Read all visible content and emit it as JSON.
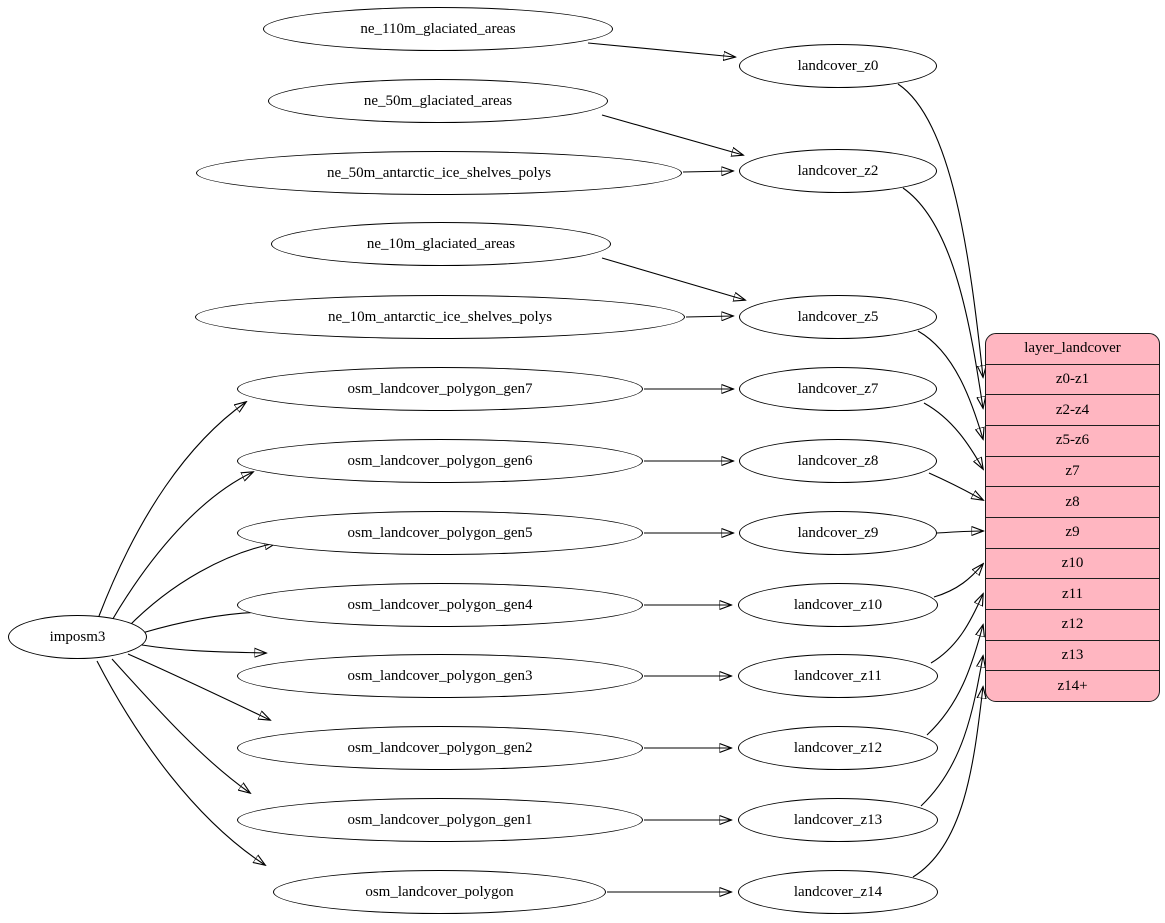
{
  "colors": {
    "background": "#ffffff",
    "edge": "#000000",
    "node_fill": "#ffffff",
    "node_border": "#000000",
    "table_fill": "#ffb6c1",
    "table_border": "#1a1a1a"
  },
  "root_node": {
    "label": "imposm3"
  },
  "sources": [
    "ne_110m_glaciated_areas",
    "ne_50m_glaciated_areas",
    "ne_50m_antarctic_ice_shelves_polys",
    "ne_10m_glaciated_areas",
    "ne_10m_antarctic_ice_shelves_polys",
    "osm_landcover_polygon_gen7",
    "osm_landcover_polygon_gen6",
    "osm_landcover_polygon_gen5",
    "osm_landcover_polygon_gen4",
    "osm_landcover_polygon_gen3",
    "osm_landcover_polygon_gen2",
    "osm_landcover_polygon_gen1",
    "osm_landcover_polygon"
  ],
  "intermediates": [
    "landcover_z0",
    "landcover_z2",
    "landcover_z5",
    "landcover_z7",
    "landcover_z8",
    "landcover_z9",
    "landcover_z10",
    "landcover_z11",
    "landcover_z12",
    "landcover_z13",
    "landcover_z14"
  ],
  "table": {
    "title": "layer_landcover",
    "rows": [
      "z0-z1",
      "z2-z4",
      "z5-z6",
      "z7",
      "z8",
      "z9",
      "z10",
      "z11",
      "z12",
      "z13",
      "z14+"
    ]
  },
  "edges": [
    {
      "from": "imposm3",
      "to": "osm_landcover_polygon_gen7"
    },
    {
      "from": "imposm3",
      "to": "osm_landcover_polygon_gen6"
    },
    {
      "from": "imposm3",
      "to": "osm_landcover_polygon_gen5"
    },
    {
      "from": "imposm3",
      "to": "osm_landcover_polygon_gen4"
    },
    {
      "from": "imposm3",
      "to": "osm_landcover_polygon_gen3"
    },
    {
      "from": "imposm3",
      "to": "osm_landcover_polygon_gen2"
    },
    {
      "from": "imposm3",
      "to": "osm_landcover_polygon_gen1"
    },
    {
      "from": "imposm3",
      "to": "osm_landcover_polygon"
    },
    {
      "from": "ne_110m_glaciated_areas",
      "to": "landcover_z0"
    },
    {
      "from": "ne_50m_glaciated_areas",
      "to": "landcover_z2"
    },
    {
      "from": "ne_50m_antarctic_ice_shelves_polys",
      "to": "landcover_z2"
    },
    {
      "from": "ne_10m_glaciated_areas",
      "to": "landcover_z5"
    },
    {
      "from": "ne_10m_antarctic_ice_shelves_polys",
      "to": "landcover_z5"
    },
    {
      "from": "osm_landcover_polygon_gen7",
      "to": "landcover_z7"
    },
    {
      "from": "osm_landcover_polygon_gen6",
      "to": "landcover_z8"
    },
    {
      "from": "osm_landcover_polygon_gen5",
      "to": "landcover_z9"
    },
    {
      "from": "osm_landcover_polygon_gen4",
      "to": "landcover_z10"
    },
    {
      "from": "osm_landcover_polygon_gen3",
      "to": "landcover_z11"
    },
    {
      "from": "osm_landcover_polygon_gen2",
      "to": "landcover_z12"
    },
    {
      "from": "osm_landcover_polygon_gen1",
      "to": "landcover_z13"
    },
    {
      "from": "osm_landcover_polygon",
      "to": "landcover_z14"
    },
    {
      "from": "landcover_z0",
      "to": "layer_landcover.z0-z1"
    },
    {
      "from": "landcover_z2",
      "to": "layer_landcover.z2-z4"
    },
    {
      "from": "landcover_z5",
      "to": "layer_landcover.z5-z6"
    },
    {
      "from": "landcover_z7",
      "to": "layer_landcover.z7"
    },
    {
      "from": "landcover_z8",
      "to": "layer_landcover.z8"
    },
    {
      "from": "landcover_z9",
      "to": "layer_landcover.z9"
    },
    {
      "from": "landcover_z10",
      "to": "layer_landcover.z10"
    },
    {
      "from": "landcover_z11",
      "to": "layer_landcover.z11"
    },
    {
      "from": "landcover_z12",
      "to": "layer_landcover.z12"
    },
    {
      "from": "landcover_z13",
      "to": "layer_landcover.z13"
    },
    {
      "from": "landcover_z14",
      "to": "layer_landcover.z14+"
    }
  ]
}
